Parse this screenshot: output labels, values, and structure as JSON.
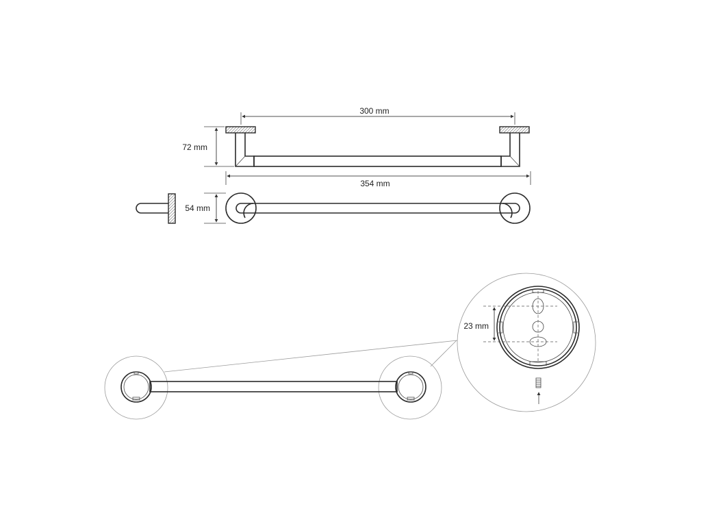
{
  "dimensions": {
    "inner_width": "300 mm",
    "total_width": "354 mm",
    "height": "72 mm",
    "depth": "54 mm",
    "hole_spacing": "23 mm"
  },
  "colors": {
    "line": "#2a2a2a",
    "hatch": "#555555",
    "detail_circle": "#9a9a9a",
    "background": "#ffffff"
  }
}
